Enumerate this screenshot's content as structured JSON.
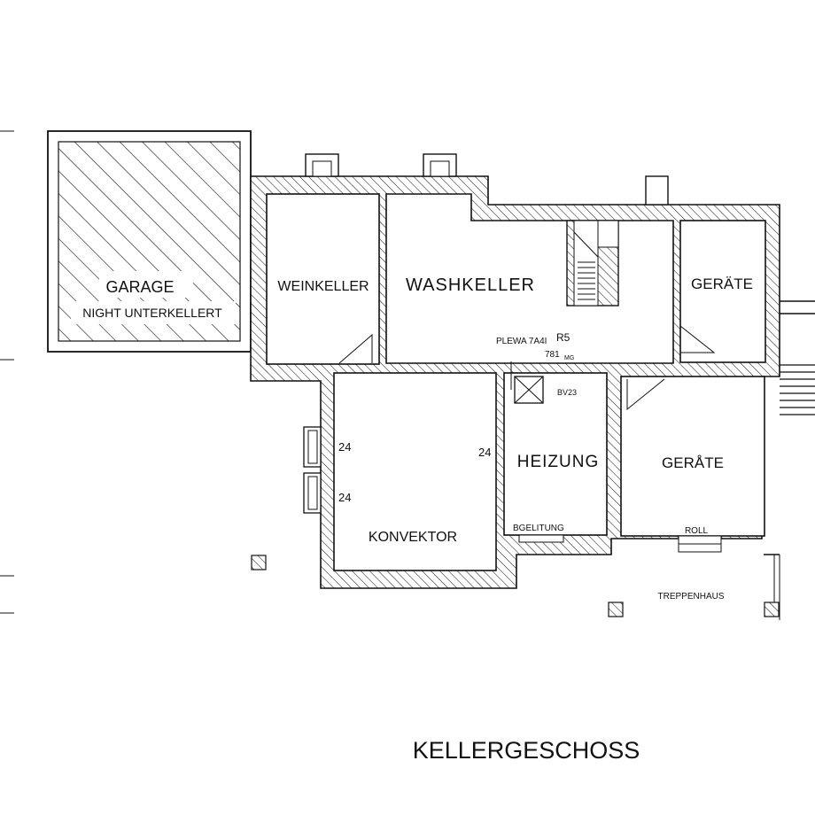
{
  "title": "KELLERGESCHOSS",
  "rooms": {
    "garage": "GARAGE",
    "garage_note": "NIGHT UNTERKELLERT",
    "weinkeller": "WEINKELLER",
    "washkeller": "WASHKELLER",
    "geraete_top": "GERÄTE",
    "konvektor": "KONVEKTOR",
    "heizung": "HEIZUNG",
    "geraete_bottom": "GERÅTE"
  },
  "annotations": {
    "plewa": "PLEWA 7A4I",
    "r5": "R5",
    "note_781": "781",
    "note_mg": "MG",
    "bv23": "BV23",
    "bgelitung": "BGELITUNG",
    "roll": "ROLL",
    "treppenhaus": "TREPPENHAUS",
    "dim_24_left_top": "24",
    "dim_24_left_bottom": "24",
    "dim_24_right": "24"
  }
}
